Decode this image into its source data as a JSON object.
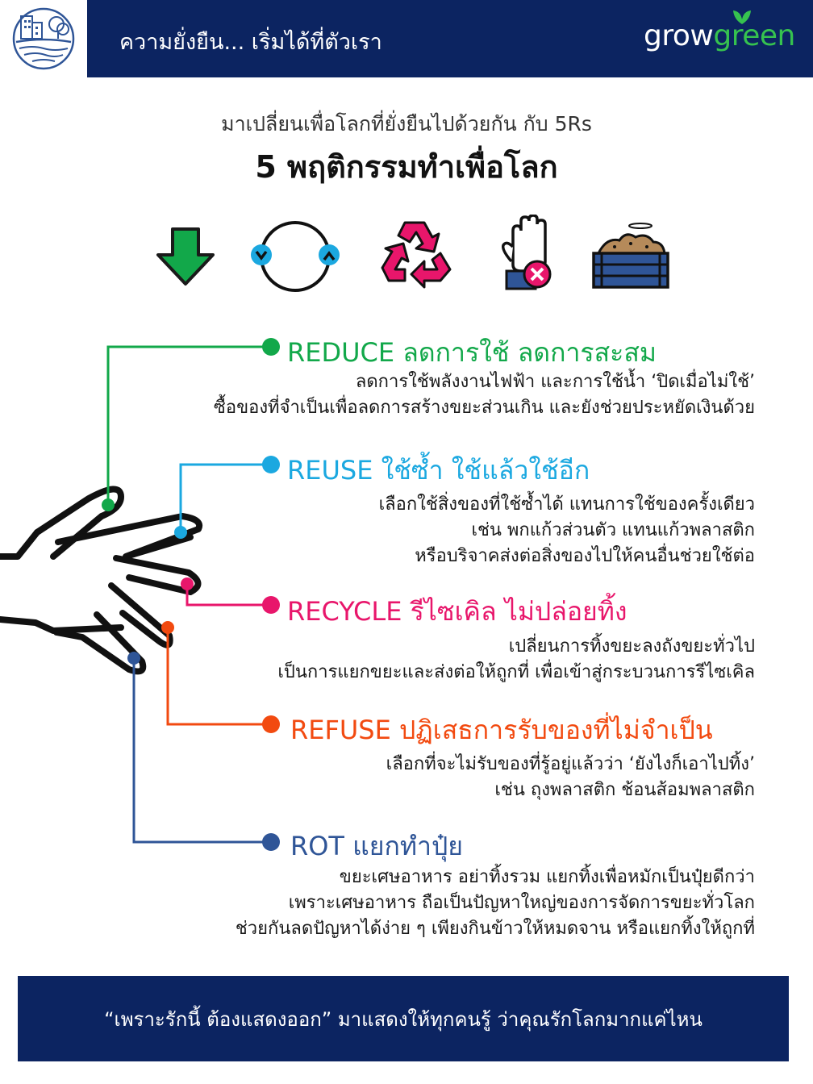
{
  "header": {
    "title": "ความยั่งยืน... เริ่มได้ที่ตัวเรา",
    "brand_grow": "grow",
    "brand_green": "green"
  },
  "subtitle": "มาเปลี่ยนเพื่อโลกที่ยั่งยืนไปด้วยกัน กับ 5Rs",
  "title": "5 พฤติกรรมทำเพื่อโลก",
  "icons": [
    "down-arrow-icon",
    "cycle-arrows-icon",
    "recycle-icon",
    "stop-hand-icon",
    "compost-bin-icon"
  ],
  "sections": [
    {
      "heading": "REDUCE ลดการใช้ ลดการสะสม",
      "color": "#12a84a",
      "lines": [
        "ลดการใช้พลังงานไฟฟ้า และการใช้น้ำ ‘ปิดเมื่อไม่ใช้’",
        "ซื้อของที่จำเป็นเพื่อลดการสร้างขยะส่วนเกิน และยังช่วยประหยัดเงินด้วย"
      ]
    },
    {
      "heading": "REUSE ใช้ซ้ำ ใช้แล้วใช้อีก",
      "color": "#1ba8e0",
      "lines": [
        "เลือกใช้สิ่งของที่ใช้ซ้ำได้ แทนการใช้ของครั้งเดียว",
        "เช่น พกแก้วส่วนตัว แทนแก้วพลาสติก",
        "หรือบริจาคส่งต่อสิ่งของไปให้คนอื่นช่วยใช้ต่อ"
      ]
    },
    {
      "heading": "RECYCLE รีไซเคิล ไม่ปล่อยทิ้ง",
      "color": "#e8166b",
      "lines": [
        "เปลี่ยนการทิ้งขยะลงถังขยะทั่วไป",
        "เป็นการแยกขยะและส่งต่อให้ถูกที่ เพื่อเข้าสู่กระบวนการรีไซเคิล"
      ]
    },
    {
      "heading": "REFUSE ปฏิเสธการรับของที่ไม่จำเป็น",
      "color": "#f24a10",
      "lines": [
        "เลือกที่จะไม่รับของที่รู้อยู่แล้วว่า ‘ยังไงก็เอาไปทิ้ง’",
        "เช่น ถุงพลาสติก ช้อนส้อมพลาสติก"
      ]
    },
    {
      "heading": "ROT แยกทำปุ๋ย",
      "color": "#2f5597",
      "lines": [
        "ขยะเศษอาหาร อย่าทิ้งรวม แยกทิ้งเพื่อหมักเป็นปุ๋ยดีกว่า",
        "เพราะเศษอาหาร ถือเป็นปัญหาใหญ่ของการจัดการขยะทั่วโลก",
        "ช่วยกันลดปัญหาได้ง่าย ๆ เพียงกินข้าวให้หมดจาน หรือแยกทิ้งให้ถูกที่"
      ]
    }
  ],
  "footer": "“เพราะรักนี้ ต้องแสดงออก” มาแสดงให้ทุกคนรู้ ว่าคุณรักโลกมากแค่ไหน",
  "colors": {
    "navy": "#0c2461",
    "green": "#12a84a",
    "blue": "#1ba8e0",
    "pink": "#e8166b",
    "orange": "#f24a10",
    "steel": "#2f5597"
  }
}
